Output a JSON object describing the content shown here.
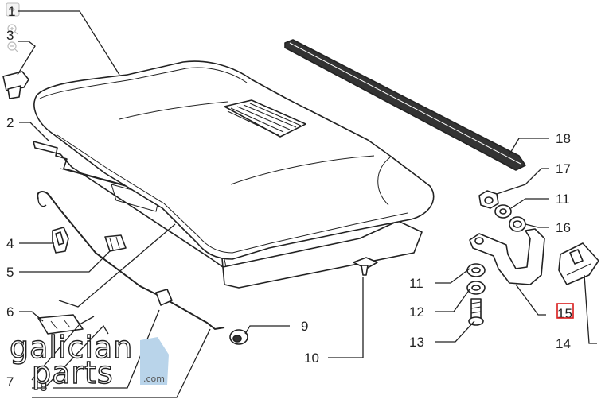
{
  "diagram": {
    "labels": [
      {
        "id": "1",
        "text": "1"
      },
      {
        "id": "2",
        "text": "2"
      },
      {
        "id": "3",
        "text": "3"
      },
      {
        "id": "4",
        "text": "4"
      },
      {
        "id": "5",
        "text": "5"
      },
      {
        "id": "6",
        "text": "6"
      },
      {
        "id": "7",
        "text": "7"
      },
      {
        "id": "8",
        "text": "8"
      },
      {
        "id": "9",
        "text": "9"
      },
      {
        "id": "10",
        "text": "10"
      },
      {
        "id": "11a",
        "text": "11"
      },
      {
        "id": "11b",
        "text": "11"
      },
      {
        "id": "12",
        "text": "12"
      },
      {
        "id": "13",
        "text": "13"
      },
      {
        "id": "14",
        "text": "14"
      },
      {
        "id": "15",
        "text": "15"
      },
      {
        "id": "16",
        "text": "16"
      },
      {
        "id": "17",
        "text": "17"
      },
      {
        "id": "18",
        "text": "18"
      }
    ],
    "highlighted_label": "15",
    "highlight_color": "#d81b1b"
  },
  "watermark": {
    "line1": "galician",
    "line2": "parts",
    "suffix": ".com",
    "accent_color": "#b9d4ea"
  },
  "toolbar": {
    "icons": [
      "export-icon",
      "zoom-in-icon",
      "zoom-out-icon"
    ]
  }
}
